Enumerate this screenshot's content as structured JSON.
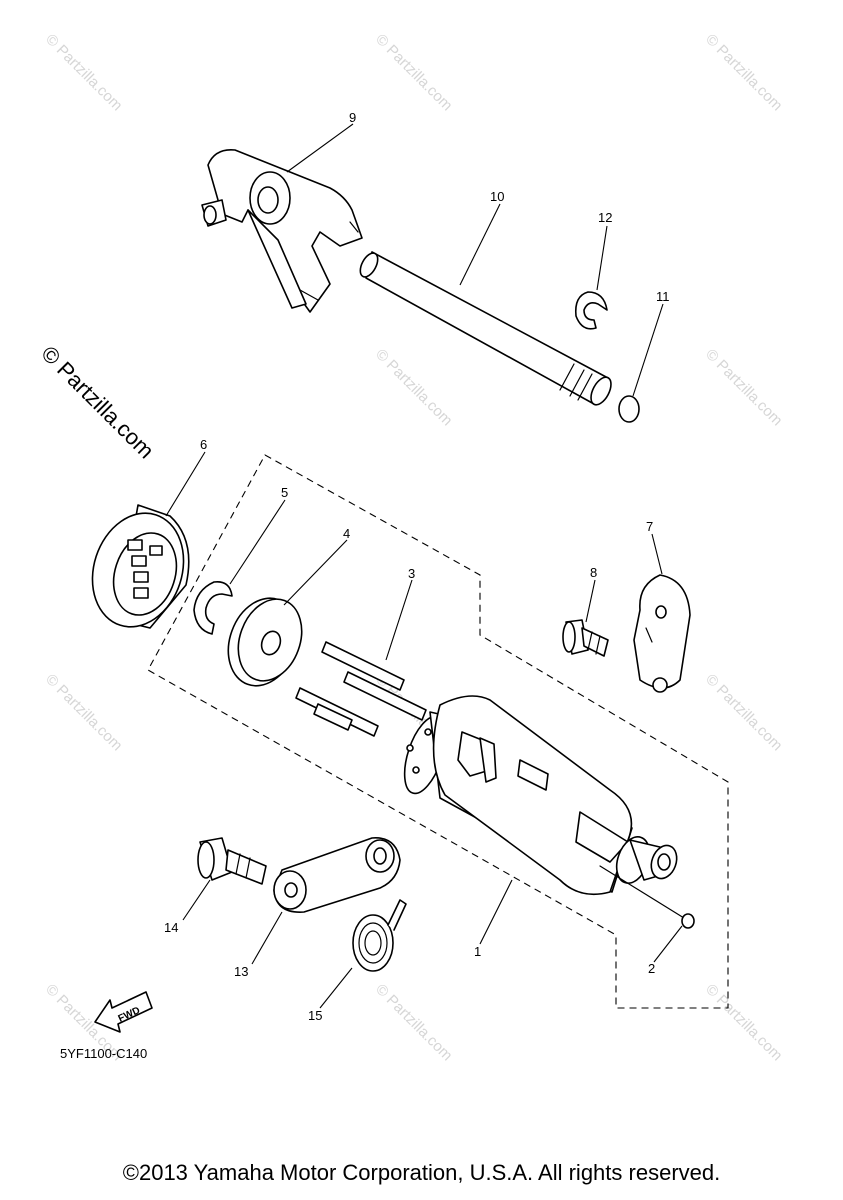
{
  "watermark": "© Partzilla.com",
  "diagram_code": "5YF1100-C140",
  "fwd_label": "FWD",
  "copyright": "©2013 Yamaha Motor Corporation, U.S.A. All rights reserved.",
  "callouts": {
    "c1": "1",
    "c2": "2",
    "c3": "3",
    "c4": "4",
    "c5": "5",
    "c6": "6",
    "c7": "7",
    "c8": "8",
    "c9": "9",
    "c10": "10",
    "c11": "11",
    "c12": "12",
    "c13": "13",
    "c14": "14",
    "c15": "15"
  }
}
